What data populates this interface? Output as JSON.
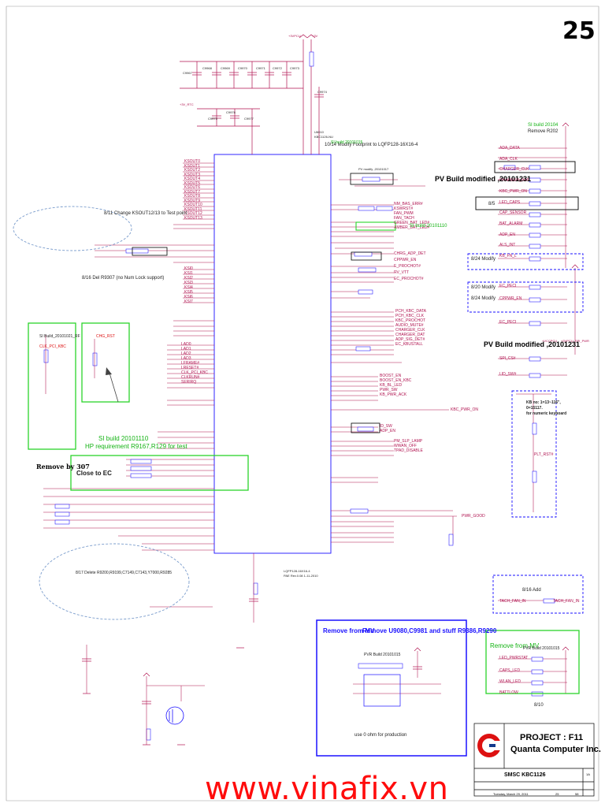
{
  "page": {
    "number": "25"
  },
  "chip": {
    "refdes": "U6010",
    "part": "KBC1126-NU",
    "package_note": "10/14 Modify Footprint to LQFP128-16X16-4",
    "pkg_footer1": "LQFP128-16X16-4",
    "pkg_footer2": "PAE Rev.0.08 1-11-2010"
  },
  "notes": {
    "ksout_test": "8/11 Change KSOUT12/13 to Test point",
    "del_r9307": "8/16 Del R9307 (no Num Lock support)",
    "si_build_left": "SI Build_20101021_RF",
    "clk_pci_kbc": "CLK_PCI_KBC",
    "chg_rst": "CHG_RST",
    "si_build_green": "SI build 20101110",
    "hp_req": "HP requirement R9167,R129 for test",
    "remove_by": "Remove by 307",
    "close_to_ec": "Close to EC",
    "delete_87": "8/17 Delete R9200,R9199,C7149,C7143,Y7000,R9285",
    "remove_from_mv": "Remove from MV",
    "remove_u9080": "Remove U9080,C9981 and stuff R9386,R9290",
    "pvr_build": "PVR Build 20101015",
    "use_0ohm": "use 0 ohm for production",
    "remove_from_mv2": "Remove from MV",
    "pvr_build2": "PVR Build 20101015",
    "remove_r202": "Remove R202",
    "si_build_r202": "SI build 20104",
    "pv_modified1": "PV Build modified ,20101231",
    "pv_modified2": "PV Build modified ,20101231",
    "mod_824a": "8/24 Modify",
    "mod_820": "8/20 Modify",
    "mod_824b": "8/24 Modify",
    "add_816": "8/16 Add",
    "date_810": "8/10",
    "date_85": "8/5",
    "keyboard1": "KB no: 1=13~116\",",
    "keyboard2": "0=15117.",
    "keyboard3": "for numeric keyboard",
    "si_build_kb": "SI build 20101110",
    "si_build_c": "SI build 20101015",
    "pv_modify_2010": "PV modify ,20101017"
  },
  "left_signals": [
    "KSOUT0",
    "KSOUT1",
    "KSOUT2",
    "KSOUT3",
    "KSOUT4",
    "KSOUT5",
    "KSOUT6",
    "KSOUT7",
    "KSOUT8",
    "KSOUT9",
    "KSOUT10",
    "KSOUT11",
    "KSOUT12",
    "KSOUT13"
  ],
  "ksi_signals": [
    "KSI0",
    "KSI1",
    "KSI2",
    "KSI3",
    "KSI4",
    "KSI5",
    "KSI6",
    "KSI7"
  ],
  "lpc_signals": [
    "LAD0",
    "LAD1",
    "LAD2",
    "LAD3",
    "LFRAME#",
    "LRESET#",
    "CLK_PCI_KBC",
    "CLKRUN#",
    "SERIRQ"
  ],
  "right_signals": [
    "NM_BAS_ERR#",
    "KSWRST#",
    "FAN_PWM",
    "FAN_TACH",
    "GREEN_BAT_LED#",
    "AMBER_BAT_LED#",
    "CHRG_ADP_DET",
    "CPPWR_EN",
    "E_PROCHOT#",
    "RV_VTT",
    "EC_PROCHOT#",
    "PCH_KBC_DATA",
    "PCH_KBC_CLK",
    "KBC_PROCHOT",
    "AUDIO_MUTE#",
    "CHARGER_CLK",
    "CHARGER_DAT",
    "ADP_SIG_DET#",
    "EC_KBUSTALL",
    "BOOST_EN",
    "BOOST_EN_KBC",
    "KB_BL_LED",
    "PWR_SW",
    "KB_PWR_ACK",
    "KBC_PWR_ON",
    "ID_SW",
    "ADP_EN",
    "PM_SLP_LAMP",
    "WWAN_OFF",
    "TPAD_DISABLE"
  ],
  "right_ports": [
    "ADA_DATA",
    "ADA_CLK",
    "CHARGER_CLK",
    "CHARGER_DAT",
    "KBC_PWR_ON",
    "LED_CAPS",
    "CAP_SENSOR",
    "BAT_ALARM",
    "ADP_EN",
    "ALS_INT",
    "KB_FN_L",
    "EC_PECI",
    "CPPWR_EN",
    "EC_PECI"
  ],
  "right_misc": [
    "KBC_PWR_ON",
    "PWR_GOOD",
    "TACH_FAN_IN",
    "TACH_FAN_IN",
    "LED_PWRSTAT",
    "CAPS_LED",
    "WLAN_LED",
    "BATTLOW",
    "SPI_CS#",
    "PLT_RST#",
    "LID_SW#"
  ],
  "cap_refs": [
    "C9967",
    "C9968",
    "C9969",
    "C9970",
    "C9971",
    "C9972",
    "C9973",
    "C9974",
    "C9975",
    "C9976",
    "C9977"
  ],
  "title_block": {
    "project": "PROJECT : F11",
    "company": "Quanta Computer Inc.",
    "doc": "SMSC KBC1126",
    "date": "Tuesday, March 29, 2011",
    "sheet": "25",
    "of": "58",
    "rev": "1A"
  },
  "watermark": "www.vinafix.vn",
  "power_labels": [
    "+3VPCU",
    "+3V",
    "+3V_RTC",
    "+VCCPCU",
    "+3VPCU_SPI_PWR"
  ]
}
